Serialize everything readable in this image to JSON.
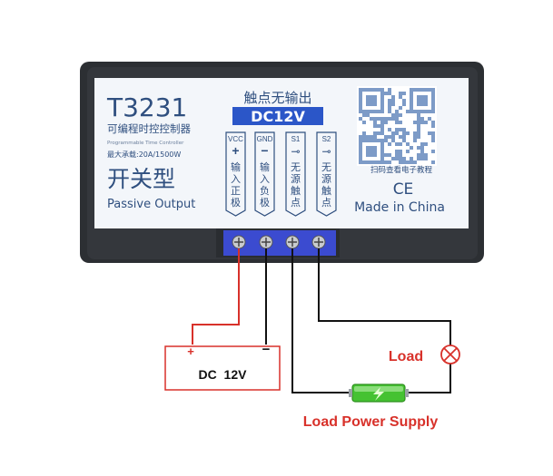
{
  "device": {
    "model": "T3231",
    "name_cn": "可编程时控控制器",
    "name_en": "Programmable Time Controller",
    "rating": "最大承载:20A/1500W",
    "type_cn": "开关型",
    "type_en": "Passive Output",
    "contact_cn": "触点无输出",
    "supply": "DC12V",
    "qr_caption": "扫码查看电子教程",
    "ce_mark": "CE",
    "made_in": "Made in China"
  },
  "terminals": [
    {
      "label": "VCC",
      "symbol": "+",
      "desc": [
        "输",
        "入",
        "正",
        "极"
      ]
    },
    {
      "label": "GND",
      "symbol": "−",
      "desc": [
        "输",
        "入",
        "负",
        "极"
      ]
    },
    {
      "label": "S1",
      "symbol": "⊸",
      "desc": [
        "无",
        "源",
        "触",
        "点"
      ]
    },
    {
      "label": "S2",
      "symbol": "⊸",
      "desc": [
        "无",
        "源",
        "触",
        "点"
      ]
    }
  ],
  "wiring": {
    "power_plus": "+",
    "power_minus": "−",
    "power_label": "DC  12V",
    "load_label": "Load",
    "load_supply_label": "Load Power Supply"
  },
  "colors": {
    "housing": "#2c2f33",
    "panel": "#f3f6fa",
    "ink": "#2f4f7f",
    "blue_box": "#2b56c8",
    "red": "#d8312a",
    "wire_black": "#111111",
    "battery": "#45c232"
  }
}
